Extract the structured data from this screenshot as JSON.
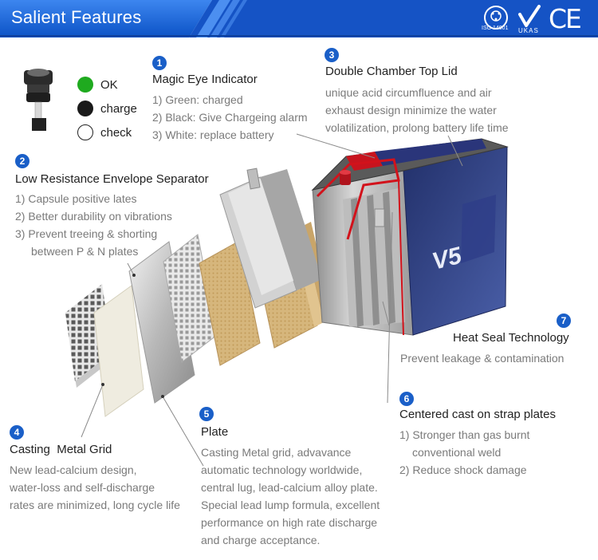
{
  "header": {
    "title": "Salient Features"
  },
  "certifications": {
    "iso": "ISO 14001",
    "ukas": "UKAS",
    "ce": "CE"
  },
  "legend": [
    {
      "label": "OK",
      "color": "#1faa1f"
    },
    {
      "label": "charge",
      "color": "#1a1a1a"
    },
    {
      "label": "check",
      "color": "#ffffff"
    }
  ],
  "battery_label": "V5",
  "features": [
    {
      "number": "1",
      "title": "Magic Eye Indicator",
      "lines": [
        "1) Green: charged",
        "2) Black: Give Chargeing alarm",
        "3) White: replace battery"
      ]
    },
    {
      "number": "2",
      "title": "Low Resistance Envelope Separator",
      "lines": [
        "1) Capsule positive lates",
        "2) Better durability on vibrations",
        "3) Prevent treeing & shorting",
        "between P & N plates"
      ]
    },
    {
      "number": "3",
      "title": "Double Chamber Top Lid",
      "lines": [
        "unique acid circumfluence and air",
        "exhaust design minimize the water",
        "volatilization, prolong battery life time"
      ]
    },
    {
      "number": "4",
      "title": "Casting  Metal Grid",
      "lines": [
        "New lead-calcium design,",
        "water-loss and self-discharge",
        "rates are minimized, long cycle life"
      ]
    },
    {
      "number": "5",
      "title": "Plate",
      "lines": [
        "Casting Metal grid, advavance",
        "automatic technology worldwide,",
        "central lug, lead-calcium alloy plate.",
        "Special lead lump formula, excellent",
        "performance on high rate discharge",
        "and charge acceptance."
      ]
    },
    {
      "number": "6",
      "title": "Centered cast on strap plates",
      "lines": [
        "1) Stronger than gas burnt",
        "conventional weld",
        "2) Reduce shock damage"
      ]
    },
    {
      "number": "7",
      "title": "Heat Seal Technology",
      "lines": [
        "Prevent leakage & contamination"
      ]
    }
  ]
}
